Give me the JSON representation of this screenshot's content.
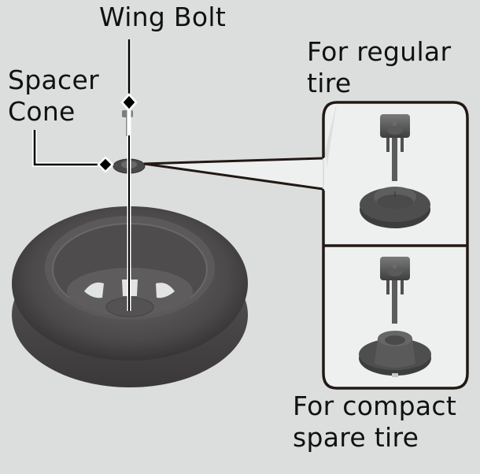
{
  "diagram": {
    "subject": "Spare tire hold-down assembly",
    "labels": {
      "wing_bolt": "Wing Bolt",
      "spacer_cone": [
        "Spacer",
        "Cone"
      ],
      "regular_tire": [
        "For regular",
        "tire"
      ],
      "compact_tire": [
        "For compact",
        "spare tire"
      ]
    },
    "colors": {
      "background": "#dcdedd",
      "panel_fill": "#eef0ef",
      "outline": "#231815",
      "tire": "#4a4848",
      "part": "#5a5a5a",
      "leader": "#000000"
    },
    "panels": [
      {
        "id": "regular",
        "caption_ref": "labels.regular_tire",
        "cone_type": "flanged-cup"
      },
      {
        "id": "compact",
        "caption_ref": "labels.compact_tire",
        "cone_type": "tall-cone"
      }
    ]
  }
}
